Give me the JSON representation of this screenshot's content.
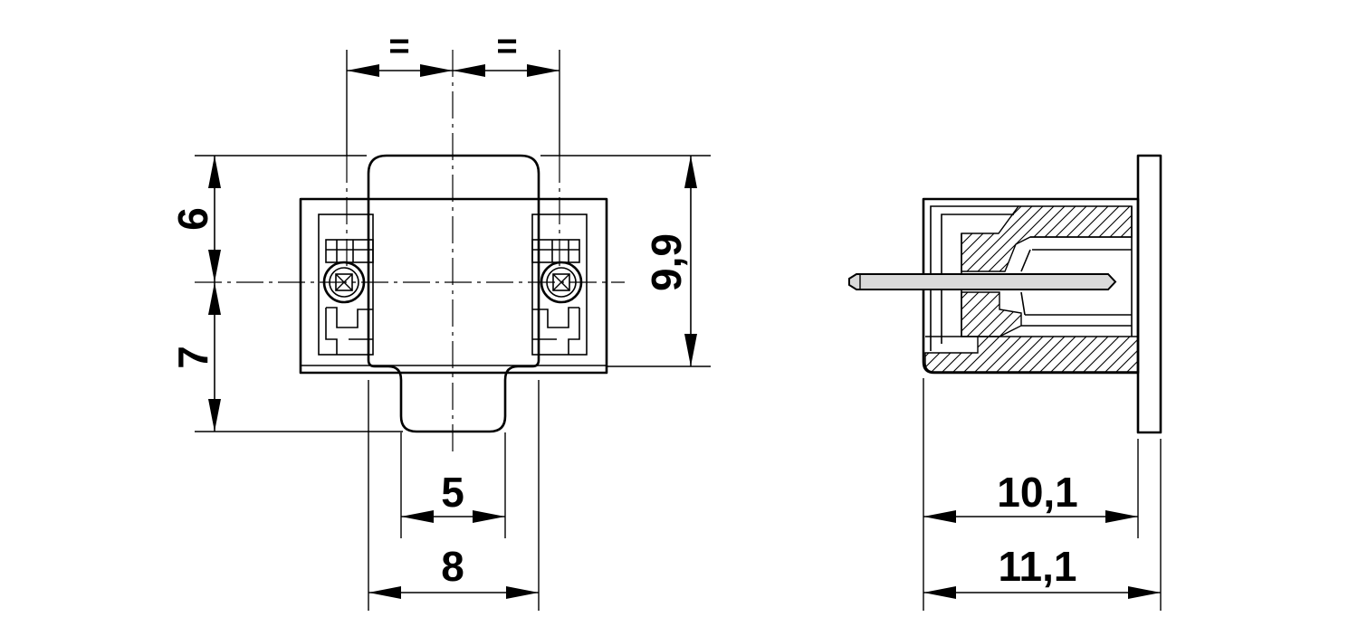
{
  "dimensions": {
    "top_left_equal": "=",
    "top_right_equal": "=",
    "height_upper": "6",
    "height_lower": "7",
    "height_total": "9,9",
    "width_tab": "5",
    "width_cap": "8",
    "depth_body": "10,1",
    "depth_total": "11,1"
  },
  "colors": {
    "line": "#000000",
    "pin_fill": "#d9d9d9",
    "background": "#ffffff"
  }
}
